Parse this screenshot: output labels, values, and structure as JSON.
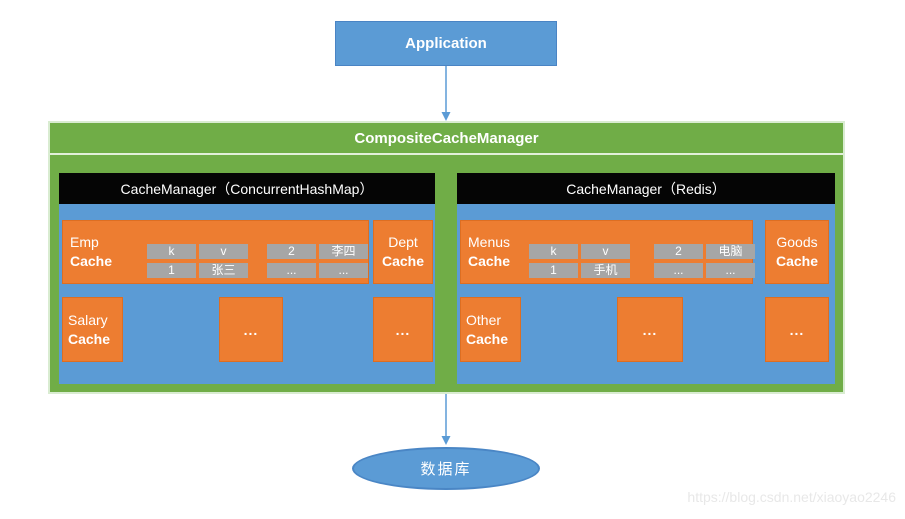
{
  "app_box": {
    "label": "Application"
  },
  "composite": {
    "title": "CompositeCacheManager"
  },
  "panels": [
    {
      "header": "CacheManager（ConcurrentHashMap）",
      "main_cache": {
        "line1": "Emp",
        "line2": "Cache"
      },
      "side_cache": {
        "line1": "Dept",
        "line2": "Cache"
      },
      "table1": {
        "rows": [
          [
            "k",
            "v"
          ],
          [
            "1",
            "张三"
          ]
        ]
      },
      "table2": {
        "rows": [
          [
            "2",
            "李四"
          ],
          [
            "...",
            "..."
          ]
        ]
      },
      "corner_cache": {
        "line1": "Salary",
        "line2": "Cache"
      },
      "dots1": "...",
      "dots2": "..."
    },
    {
      "header": "CacheManager（Redis）",
      "main_cache": {
        "line1": "Menus",
        "line2": "Cache"
      },
      "side_cache": {
        "line1": "Goods",
        "line2": "Cache"
      },
      "table1": {
        "rows": [
          [
            "k",
            "v"
          ],
          [
            "1",
            "手机"
          ]
        ]
      },
      "table2": {
        "rows": [
          [
            "2",
            "电脑"
          ],
          [
            "...",
            "..."
          ]
        ]
      },
      "corner_cache": {
        "line1": "Other",
        "line2": "Cache"
      },
      "dots1": "...",
      "dots2": "..."
    }
  ],
  "database": {
    "label": "数据库"
  },
  "watermark": "https://blog.csdn.net/xiaoyao2246",
  "colors": {
    "box_blue": "#5b9bd5",
    "container_green": "#70ad47",
    "cache_orange": "#ed7d31",
    "cell_gray": "#a6a6a6",
    "header_black": "#050505",
    "arrow_blue": "#5b9bd5",
    "watermark_gray": "#e8e8e8"
  }
}
